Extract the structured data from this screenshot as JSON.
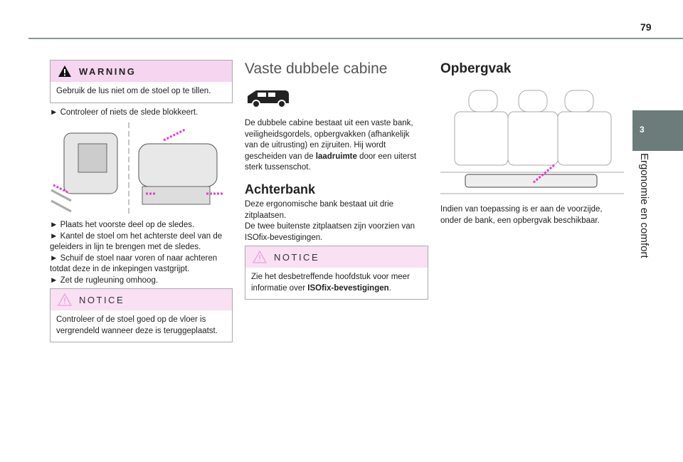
{
  "page_number": "79",
  "side_tab": {
    "number": "3",
    "title": "Ergonomie en comfort"
  },
  "col1": {
    "warning": {
      "title": "WARNING",
      "text": "Gebruik de lus niet om de stoel op te tillen."
    },
    "step1": "► Controleer of niets de slede blokkeert.",
    "steps": [
      "► Plaats het voorste deel op de sledes.",
      "► Kantel de stoel om het achterste deel van de geleiders in lijn te brengen met de sledes.",
      "► Schuif de stoel naar voren of naar achteren totdat deze in de inkepingen vastgrijpt.",
      "► Zet de rugleuning omhoog."
    ],
    "notice": {
      "title": "NOTICE",
      "text": "Controleer of de stoel goed op de vloer is vergrendeld wanneer deze is teruggeplaatst."
    }
  },
  "col2": {
    "title": "Vaste dubbele cabine",
    "intro_pre": "De dubbele cabine bestaat uit een vaste bank, veiligheidsgordels, opbergvakken (afhankelijk van de uitrusting) en zijruiten. Hij wordt gescheiden van de ",
    "intro_bold": "laadruimte",
    "intro_post": " door een uiterst sterk tussenschot.",
    "subtitle": "Achterbank",
    "text1": "Deze ergonomische bank bestaat uit drie zitplaatsen.",
    "text2": "De twee buitenste zitplaatsen zijn voorzien van ISOfix-bevestigingen.",
    "notice": {
      "title": "NOTICE",
      "text_pre": "Zie het desbetreffende hoofdstuk voor meer informatie over ",
      "text_bold": "ISOfix-bevestigingen",
      "text_post": "."
    }
  },
  "col3": {
    "title": "Opbergvak",
    "text": "Indien van toepassing is er aan de voorzijde, onder de bank, een opbergvak beschikbaar."
  },
  "colors": {
    "accent": "#e23fd0",
    "tab": "#6b7c7a",
    "box_header": "#f6d5f0"
  }
}
